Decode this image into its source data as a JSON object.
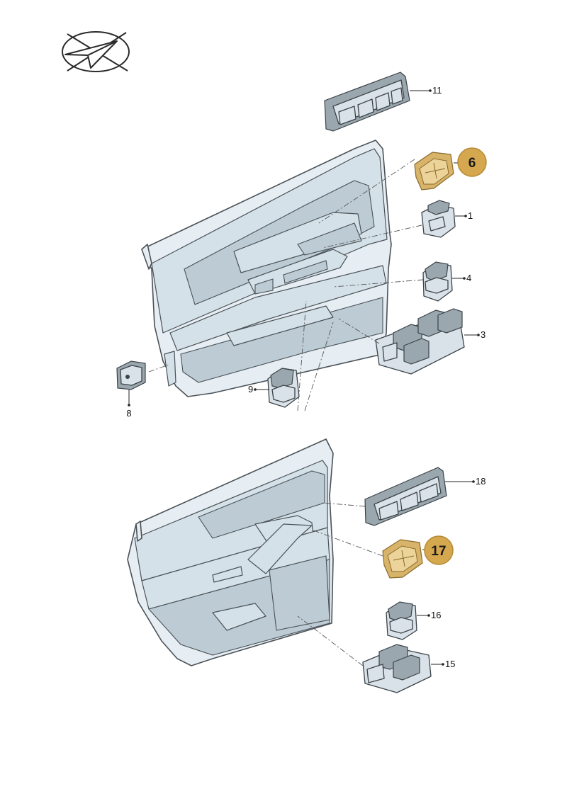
{
  "callouts": {
    "c1": "1",
    "c3": "3",
    "c4": "4",
    "c6": "6",
    "c8": "8",
    "c9": "9",
    "c11": "11",
    "c15": "15",
    "c16": "16",
    "c17": "17",
    "c18": "18"
  },
  "colors": {
    "highlight_badge": "#d5a74f",
    "highlight_part": "#d8b46a",
    "part_fill": "#d8e2e8",
    "door_fill": "#e6eef3",
    "line": "#3c4348"
  },
  "icons": {
    "logo": "paper-plane-emblem-icon"
  }
}
